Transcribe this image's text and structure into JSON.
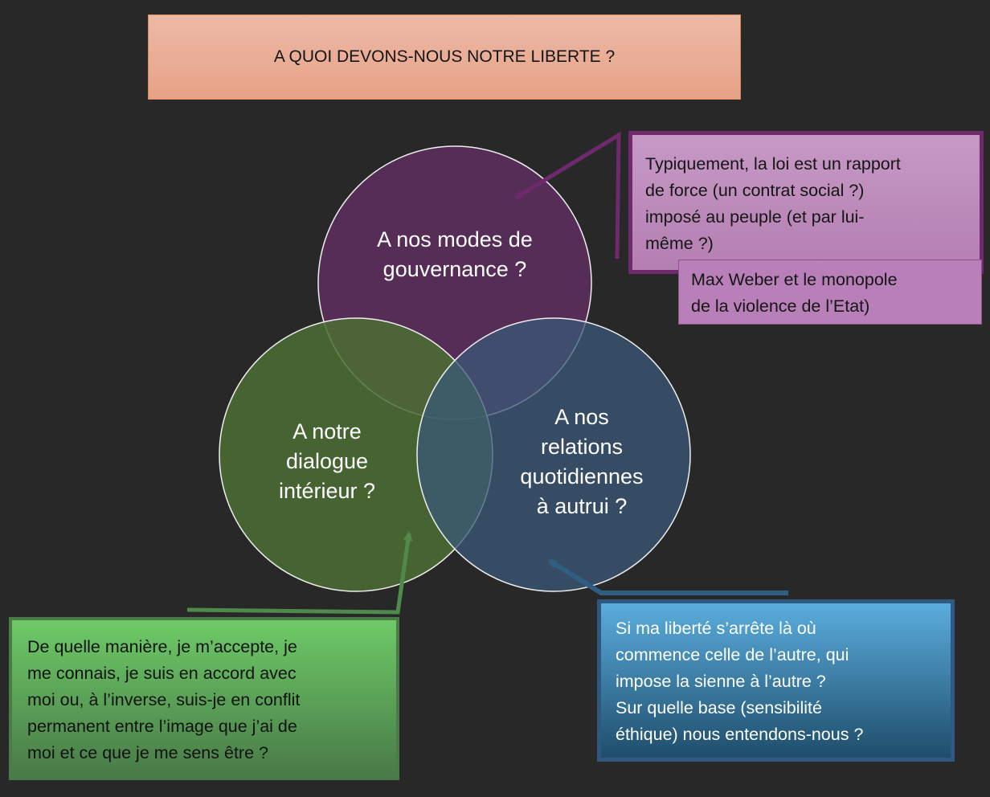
{
  "title": "A QUOI DEVONS-NOUS NOTRE LIBERTE ?",
  "circles": {
    "governance": {
      "lines": [
        "A nos modes de",
        "gouvernance ?"
      ],
      "color": "#5c2d5c"
    },
    "inner_dialogue": {
      "lines": [
        "A notre",
        "dialogue",
        "intérieur ?"
      ],
      "color": "#476833"
    },
    "daily_relations": {
      "lines": [
        "A nos",
        "relations",
        "quotidiennes",
        "à autrui ?"
      ],
      "color": "#30465f"
    }
  },
  "notes": {
    "law": {
      "lines": [
        "Typiquement, la loi est un rapport",
        "de force (un contrat social ?)",
        "imposé au peuple (et par lui-",
        "même ?)"
      ],
      "color": "#b37fb1"
    },
    "weber": {
      "lines": [
        "Max Weber et le monopole",
        "de la violence de l’Etat)"
      ],
      "color": "#b87fb8"
    },
    "inner": {
      "lines": [
        "De quelle manière, je m’accepte, je",
        "me connais, je suis en accord avec",
        "moi ou, à l’inverse, suis-je en conflit",
        "permanent entre l’image que j’ai de",
        "moi et ce que je me sens être ?"
      ],
      "color": "#5fa35a"
    },
    "others": {
      "lines": [
        "Si ma liberté s’arrête là où",
        "commence celle de l’autre, qui",
        "impose la sienne à l’autre ?",
        "Sur quelle base (sensibilité",
        "éthique) nous entendons-nous ?"
      ],
      "color": "#3f84b5"
    }
  },
  "colors": {
    "background": "#282828",
    "title_fill": "#e9ab92",
    "connector_purple": "#6e2a6c",
    "connector_green": "#4f8a4c",
    "connector_blue": "#2e5f82"
  }
}
